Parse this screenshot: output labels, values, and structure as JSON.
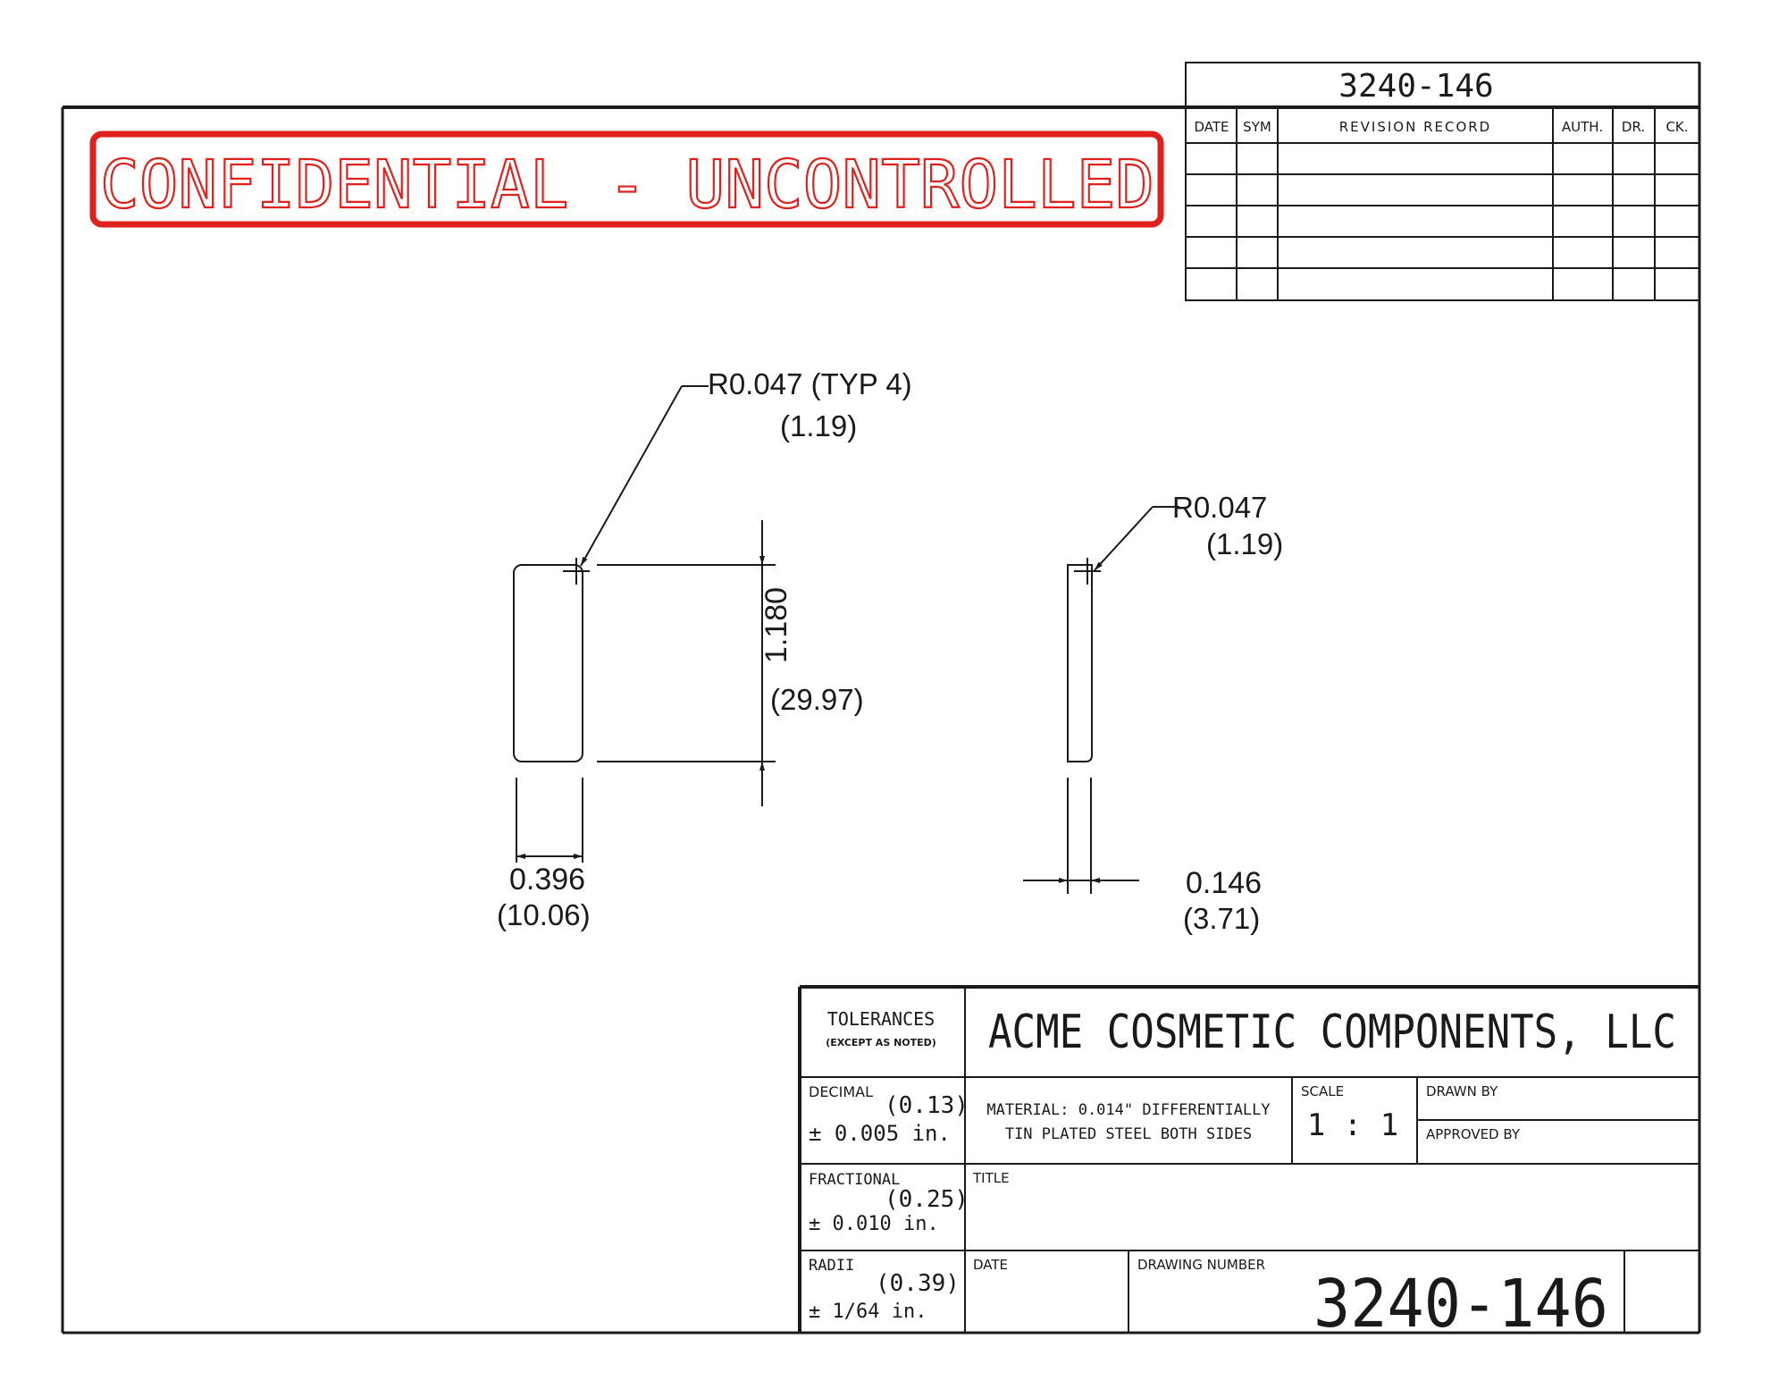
{
  "header": {
    "drawing_number": "3240-146"
  },
  "stamp": {
    "text": "CONFIDENTIAL - UNCONTROLLED",
    "color": "#e0201c"
  },
  "revision_block": {
    "columns": [
      "DATE",
      "SYM",
      "REVISION RECORD",
      "AUTH.",
      "DR.",
      "CK."
    ],
    "rows": [
      [
        "",
        "",
        "",
        "",
        "",
        ""
      ],
      [
        "",
        "",
        "",
        "",
        "",
        ""
      ],
      [
        "",
        "",
        "",
        "",
        "",
        ""
      ],
      [
        "",
        "",
        "",
        "",
        "",
        ""
      ],
      [
        "",
        "",
        "",
        "",
        "",
        ""
      ]
    ]
  },
  "dimensions": {
    "front_radius": {
      "value": "R0.047 (TYP 4)",
      "metric": "(1.19)"
    },
    "front_height": {
      "value": "1.180",
      "metric": "(29.97)"
    },
    "front_width": {
      "value": "0.396",
      "metric": "(10.06)"
    },
    "side_radius": {
      "value": "R0.047",
      "metric": "(1.19)"
    },
    "side_thickness": {
      "value": "0.146",
      "metric": "(3.71)"
    }
  },
  "title_block": {
    "tolerances_label": "TOLERANCES",
    "tolerances_note": "(EXCEPT AS NOTED)",
    "company": "ACME COSMETIC COMPONENTS, LLC",
    "decimal": {
      "label": "DECIMAL",
      "metric": "(0.13)",
      "value": "± 0.005 in."
    },
    "fractional": {
      "label": "FRACTIONAL",
      "metric": "(0.25)",
      "value": "± 0.010 in."
    },
    "radii": {
      "label": "RADII",
      "metric": "(0.39)",
      "value": "± 1/64 in."
    },
    "material_line1": "MATERIAL: 0.014\" DIFFERENTIALLY",
    "material_line2": "TIN PLATED STEEL BOTH SIDES",
    "scale_label": "SCALE",
    "scale_value": "1 : 1",
    "drawn_by_label": "DRAWN BY",
    "approved_by_label": "APPROVED BY",
    "title_label": "TITLE",
    "date_label": "DATE",
    "drawing_number_label": "DRAWING NUMBER",
    "drawing_number": "3240-146"
  }
}
